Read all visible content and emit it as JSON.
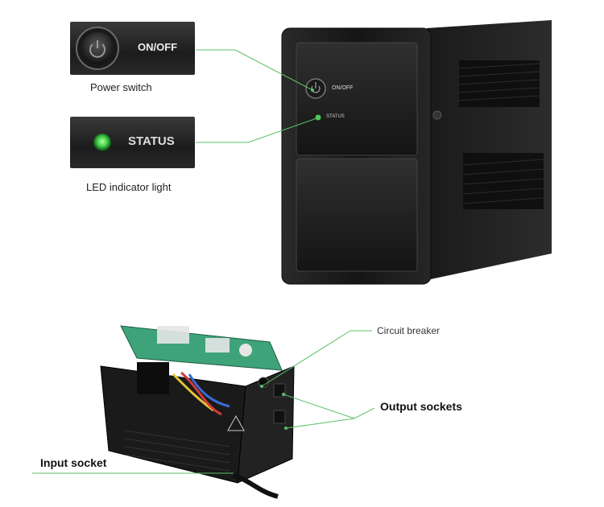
{
  "top_callouts": {
    "power": {
      "button_text": "ON/OFF",
      "caption": "Power switch"
    },
    "led": {
      "button_text": "STATUS",
      "caption": "LED indicator light"
    }
  },
  "ups_front": {
    "power_label": "ON/OFF",
    "status_label": "STATUS"
  },
  "bottom_callouts": {
    "circuit_breaker": "Circuit breaker",
    "output_sockets": "Output sockets",
    "input_socket": "Input socket"
  },
  "colors": {
    "leader_line": "#5cbf6a",
    "led": "#3fd24a"
  }
}
